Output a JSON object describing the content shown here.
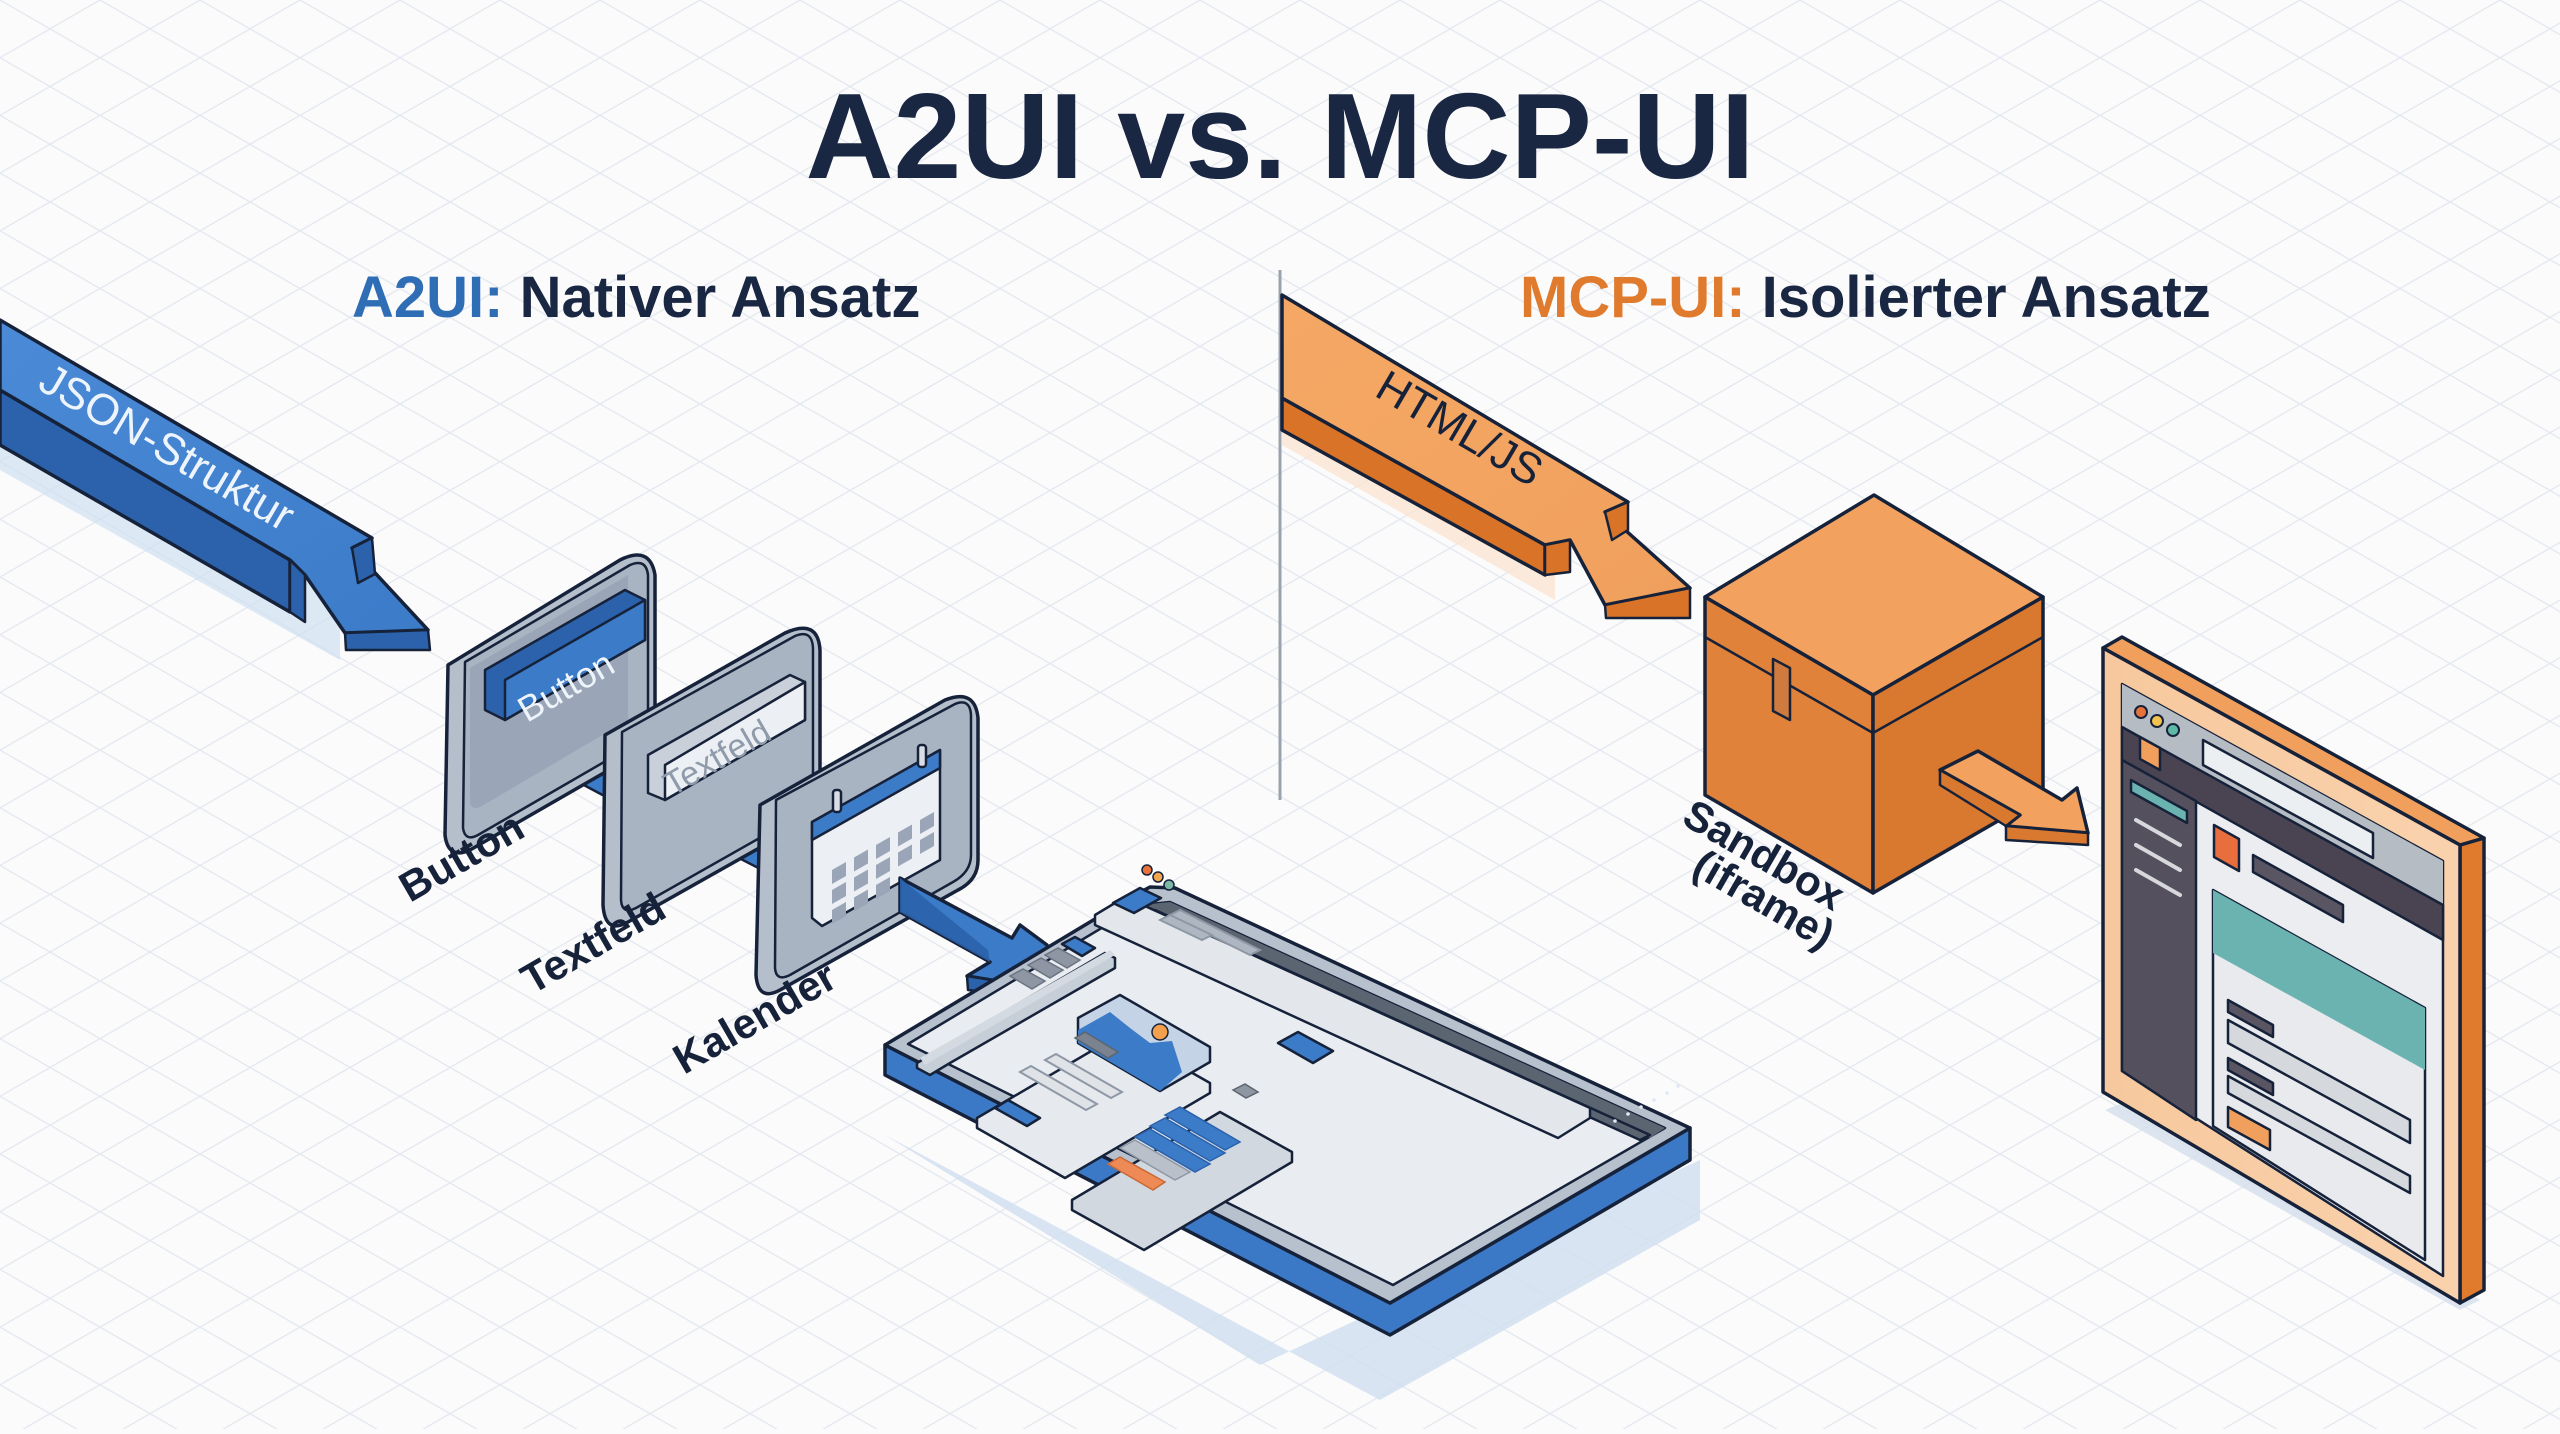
{
  "title": "A2UI vs. MCP-UI",
  "colors": {
    "title": "#1a2742",
    "a2ui_accent": "#2f6db5",
    "mcp_accent": "#e07b2e",
    "outline": "#16223a",
    "background": "#fbfbfc",
    "divider": "#9aa3ad",
    "teal": "#6bb3b1"
  },
  "left_panel": {
    "heading_prefix": "A2UI:",
    "heading_rest": " Nativer Ansatz",
    "input_arrow_label": "JSON-Struktur",
    "components": [
      {
        "id": "button",
        "card_text": "Button",
        "caption": "Button",
        "icon": "button-widget-icon"
      },
      {
        "id": "textfield",
        "card_text": "Textfeld",
        "caption": "Textfeld",
        "icon": "text-field-icon"
      },
      {
        "id": "calendar",
        "card_text": "",
        "caption": "Kalender",
        "icon": "calendar-icon"
      }
    ],
    "output": "native-app-window-icon"
  },
  "right_panel": {
    "heading_prefix": "MCP-UI:",
    "heading_rest": " Isolierter Ansatz",
    "input_arrow_label": "HTML/JS",
    "container_label_line1": "Sandbox",
    "container_label_line2": "(iframe)",
    "container": "sandbox-box-icon",
    "output": "iframe-browser-window-icon"
  }
}
